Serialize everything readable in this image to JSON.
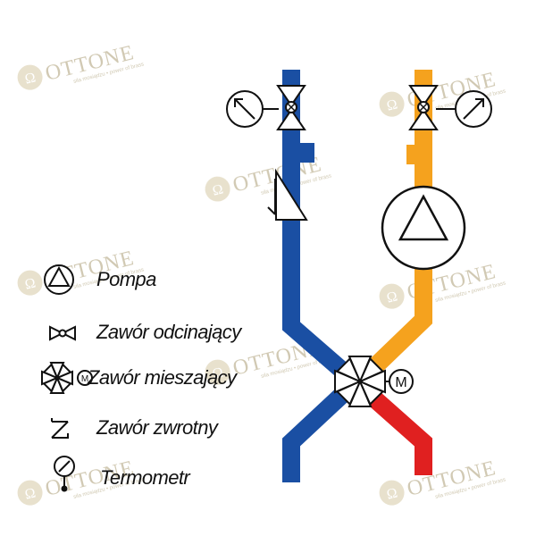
{
  "colors": {
    "cold_pipe": "#1a4fa3",
    "warm_pipe": "#f5a21e",
    "hot_pipe": "#e02020",
    "symbol_stroke": "#111111",
    "watermark": "#c9c0a6"
  },
  "legend": [
    {
      "id": "pump",
      "label": "Pompa",
      "icon": "pump-icon"
    },
    {
      "id": "shutoff-valve",
      "label": "Zawór odcinający",
      "icon": "shutoff-valve-icon"
    },
    {
      "id": "mixing-valve",
      "label": "Zawór mieszający",
      "icon": "mixing-valve-icon"
    },
    {
      "id": "check-valve",
      "label": "Zawór zwrotny",
      "icon": "check-valve-icon"
    },
    {
      "id": "thermometer",
      "label": "Termometr",
      "icon": "thermometer-icon"
    }
  ],
  "motor_label": "M",
  "watermark": {
    "brand": "OTTONE",
    "tagline": "siła mosiądzu • power of brass"
  }
}
